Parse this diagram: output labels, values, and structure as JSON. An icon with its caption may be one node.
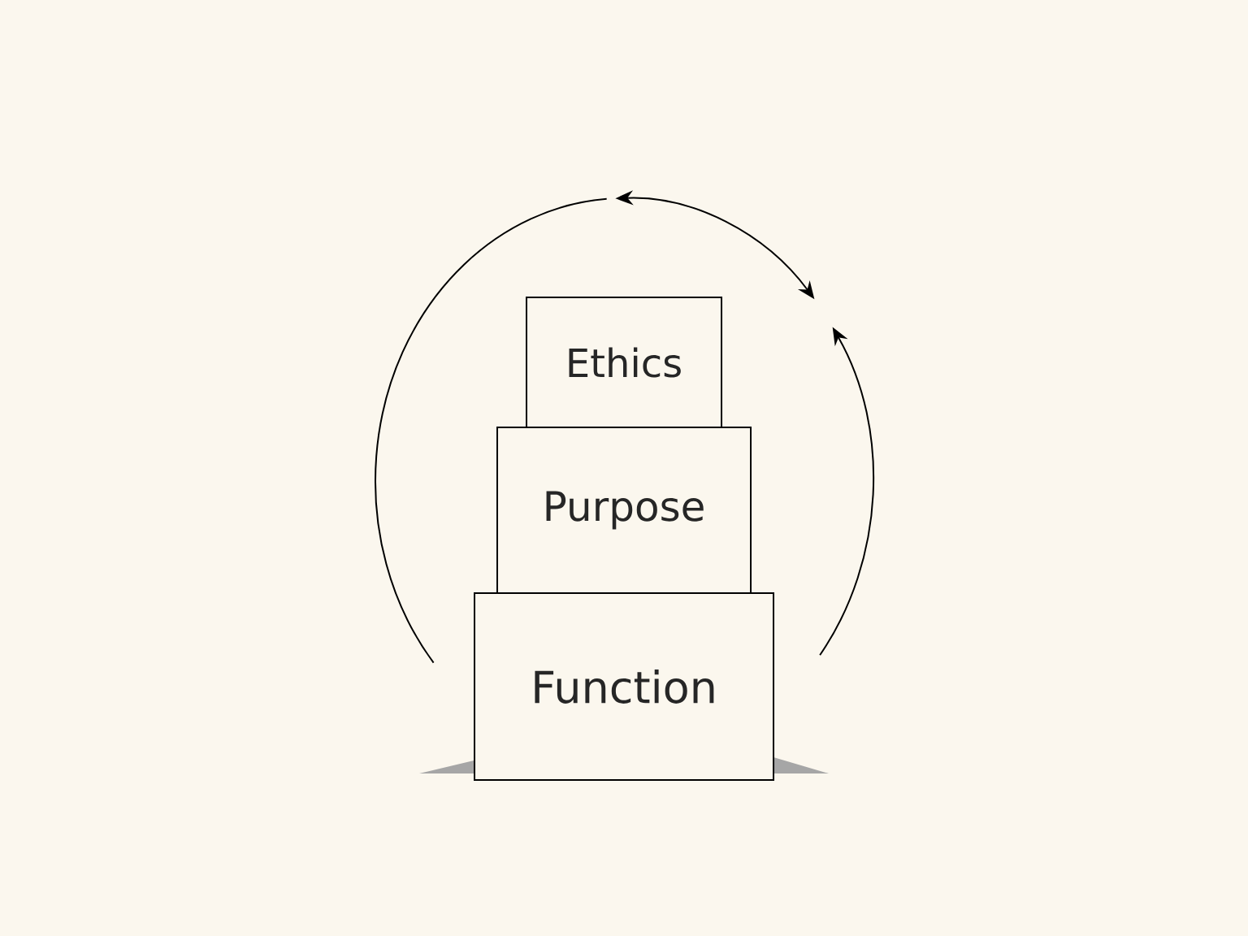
{
  "diagram": {
    "nodes": [
      {
        "text": [
          "Ethics"
        ]
      },
      {
        "text": [
          "Purpose"
        ]
      },
      {
        "text": [
          "Function"
        ]
      }
    ]
  }
}
